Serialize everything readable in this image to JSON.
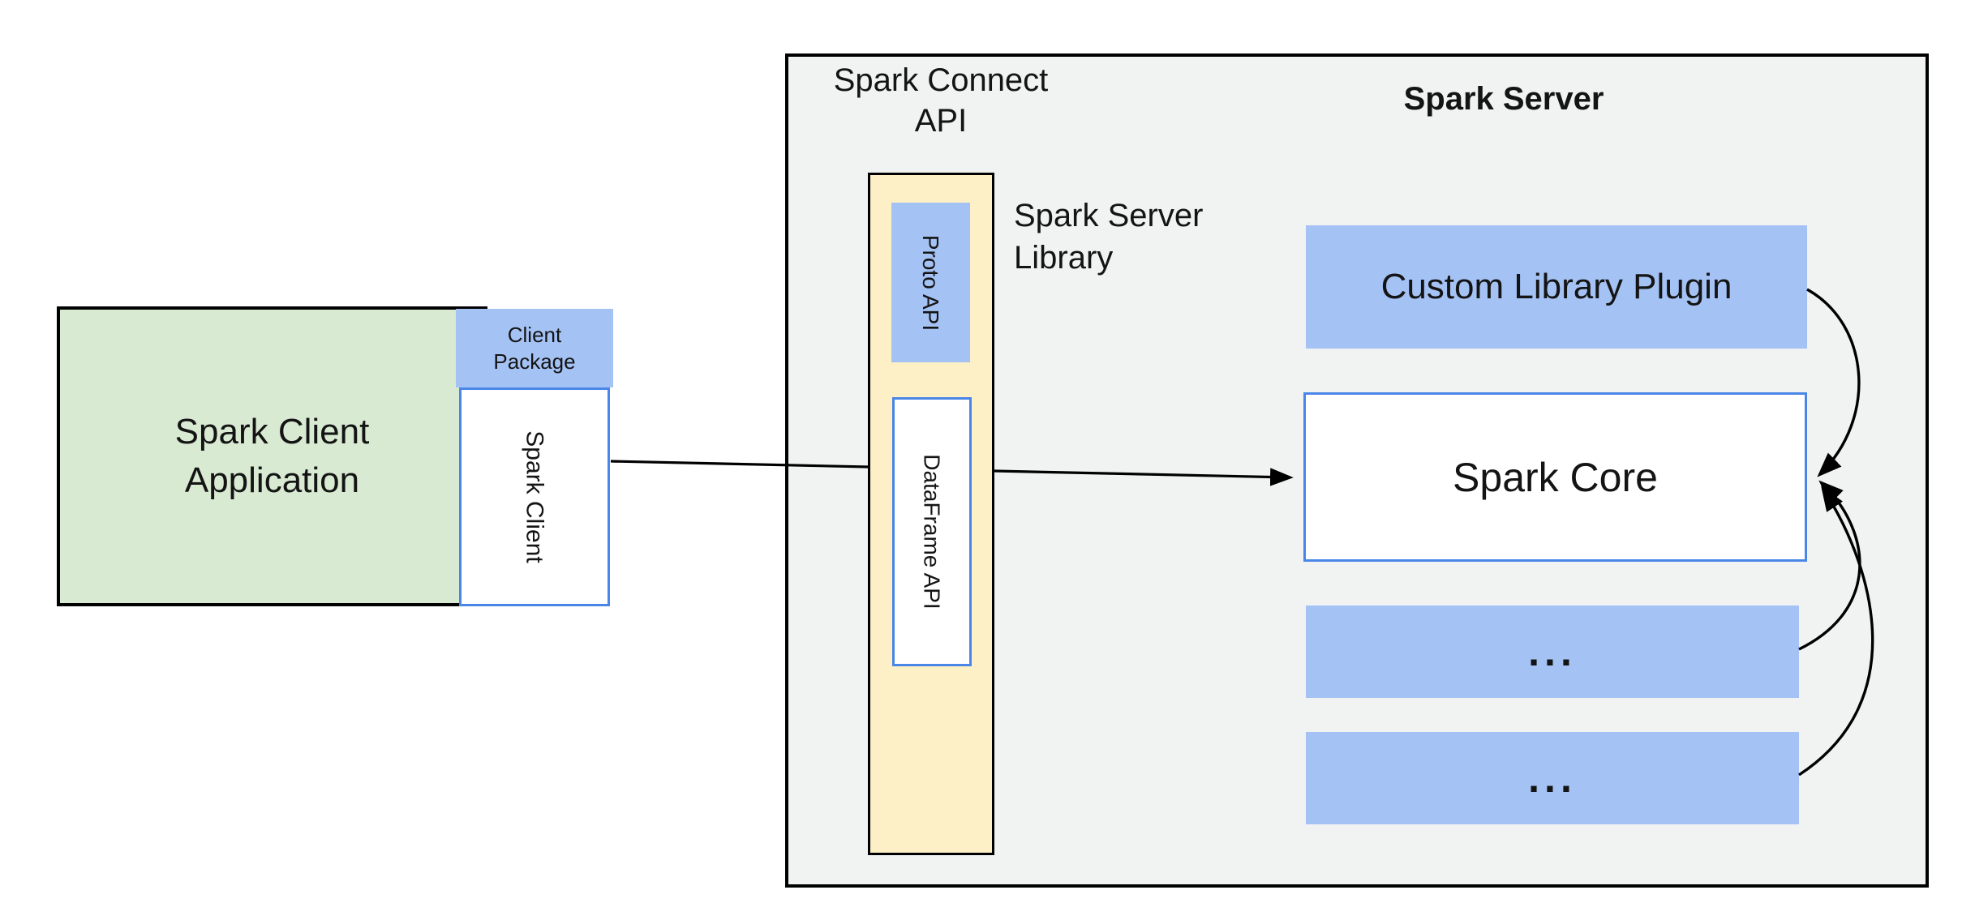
{
  "colors": {
    "canvas-bg": "#ffffff",
    "panel-gray": "#f1f2f2",
    "green-fill": "#d9ead3",
    "blue-fill": "#a4c2f4",
    "cream-fill": "#fdf0c6",
    "blue-border": "#4a86e8",
    "line-black": "#000000",
    "text-black": "#141414"
  },
  "client": {
    "app_label": [
      "Spark Client",
      "Application"
    ],
    "package_label": [
      "Client",
      "Package"
    ],
    "client_label": "Spark Client"
  },
  "connect_api": {
    "title_lines": [
      "Spark Connect",
      "API"
    ],
    "proto_label": "Proto API",
    "dataframe_label": "DataFrame API",
    "library_lines": [
      "Spark Server",
      "Library"
    ]
  },
  "server": {
    "title": "Spark Server",
    "plugin_label": "Custom Library Plugin",
    "core_label": "Spark Core",
    "ellipsis": "..."
  }
}
